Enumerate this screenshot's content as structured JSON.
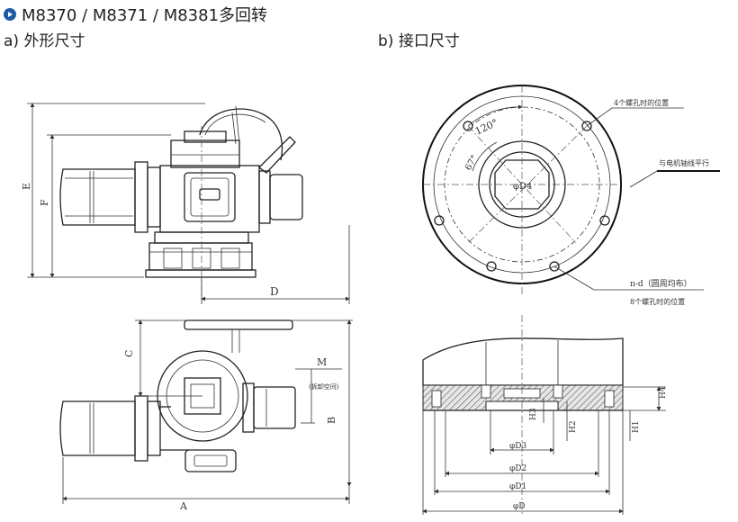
{
  "header": {
    "title": "M8370 / M8371 / M8381多回转",
    "sub_a": "a) 外形尺寸",
    "sub_b": "b) 接口尺寸"
  },
  "colors": {
    "accent": "#1f5aa8",
    "line": "#222222"
  },
  "icons": {
    "title_bullet": "circle-play-icon"
  },
  "dims_left_top": {
    "e": "E",
    "f": "F",
    "d": "D"
  },
  "dims_left_bottom": {
    "c": "C",
    "m": "M",
    "note": "(拆卸空间)",
    "b": "B",
    "a": "A"
  },
  "dims_right_top": {
    "bolt_pos_4": "4个螺孔时的位置",
    "parallel_note": "与电机轴线平行",
    "angle_120": "120°",
    "angle_67": "67°",
    "d4": "φD4",
    "nd": "n-d（圆周均布）",
    "bolt_pos_8": "8个螺孔时的位置"
  },
  "dims_right_bottom": {
    "h4": "H4",
    "h3": "H3",
    "h2": "H2",
    "h1": "H1",
    "d3": "φD3",
    "d2": "φD2",
    "d1": "φD1",
    "d": "φD"
  }
}
